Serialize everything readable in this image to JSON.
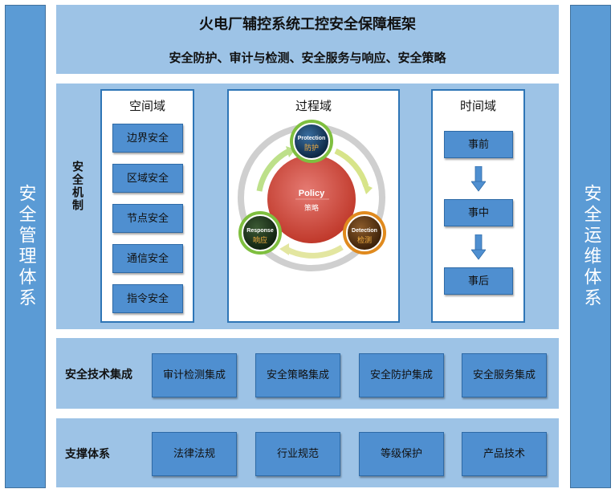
{
  "header": {
    "title": "火电厂辅控系统工控安全保障框架",
    "subtitle": "安全防护、审计与检测、安全服务与响应、安全策略"
  },
  "left_bar": "安全管理体系",
  "right_bar": "安全运维体系",
  "mechanism": {
    "label": "安全机制",
    "space_domain": {
      "title": "空间域",
      "items": [
        "边界安全",
        "区域安全",
        "节点安全",
        "通信安全",
        "指令安全"
      ]
    },
    "process_domain": {
      "title": "过程域",
      "center_en": "Policy",
      "center_cn": "策略",
      "protection_en": "Protection",
      "protection_cn": "防护",
      "detection_en": "Detection",
      "detection_cn": "检测",
      "response_en": "Response",
      "response_cn": "响应"
    },
    "time_domain": {
      "title": "时间域",
      "items": [
        "事前",
        "事中",
        "事后"
      ]
    }
  },
  "tech_integration": {
    "label": "安全技术集成",
    "items": [
      "审计检测集成",
      "安全策略集成",
      "安全防护集成",
      "安全服务集成"
    ]
  },
  "support": {
    "label": "支撑体系",
    "items": [
      "法律法规",
      "行业规范",
      "等级保护",
      "产品技术"
    ]
  },
  "colors": {
    "panel": "#9dc3e6",
    "bar": "#5b9bd5",
    "button": "#4f8fd0",
    "policy": "#d9534f"
  }
}
